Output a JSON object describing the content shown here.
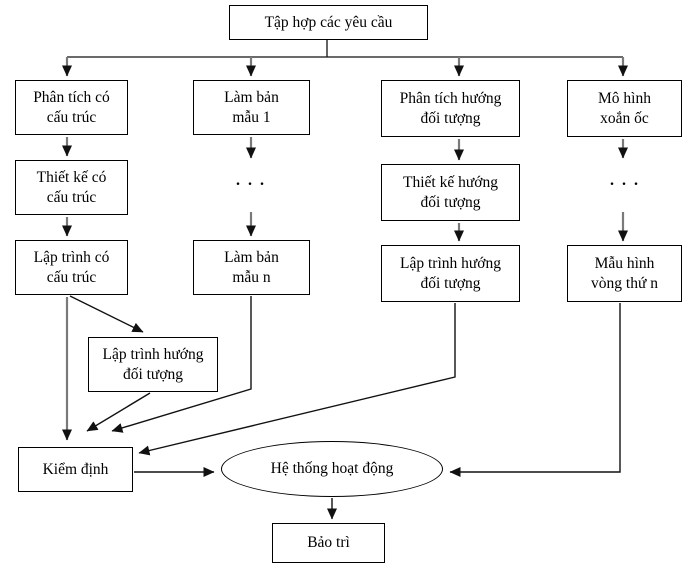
{
  "diagram": {
    "root": "Tập hợp các yêu cầu",
    "structured": {
      "analysis": "Phân tích có\ncấu trúc",
      "design": "Thiết kế có\ncấu trúc",
      "programming": "Lập trình có\ncấu trúc"
    },
    "prototyping": {
      "first": "Làm bản\nmẫu 1",
      "dots": ". . .",
      "nth": "Làm bản\nmẫu n"
    },
    "object_oriented": {
      "analysis": "Phân tích hướng\nđối tượng",
      "design": "Thiết kế hướng\nđối tượng",
      "programming": "Lập trình hướng\nđối tượng"
    },
    "spiral": {
      "model": "Mô hình\nxoắn ốc",
      "dots": ". . .",
      "nth": "Mẫu hình\nvòng thứ n"
    },
    "oop_programming": "Lập trình hướng\nđối tượng",
    "testing": "Kiểm định",
    "system_operation": "Hệ thống hoạt động",
    "maintenance": "Bảo trì"
  },
  "colors": {
    "box_border": "#000000",
    "connector_line": "#111111",
    "arrow_shaft_gray": "#7a7a7a",
    "arrowhead": "#111111",
    "background": "#ffffff",
    "text": "#000000"
  }
}
